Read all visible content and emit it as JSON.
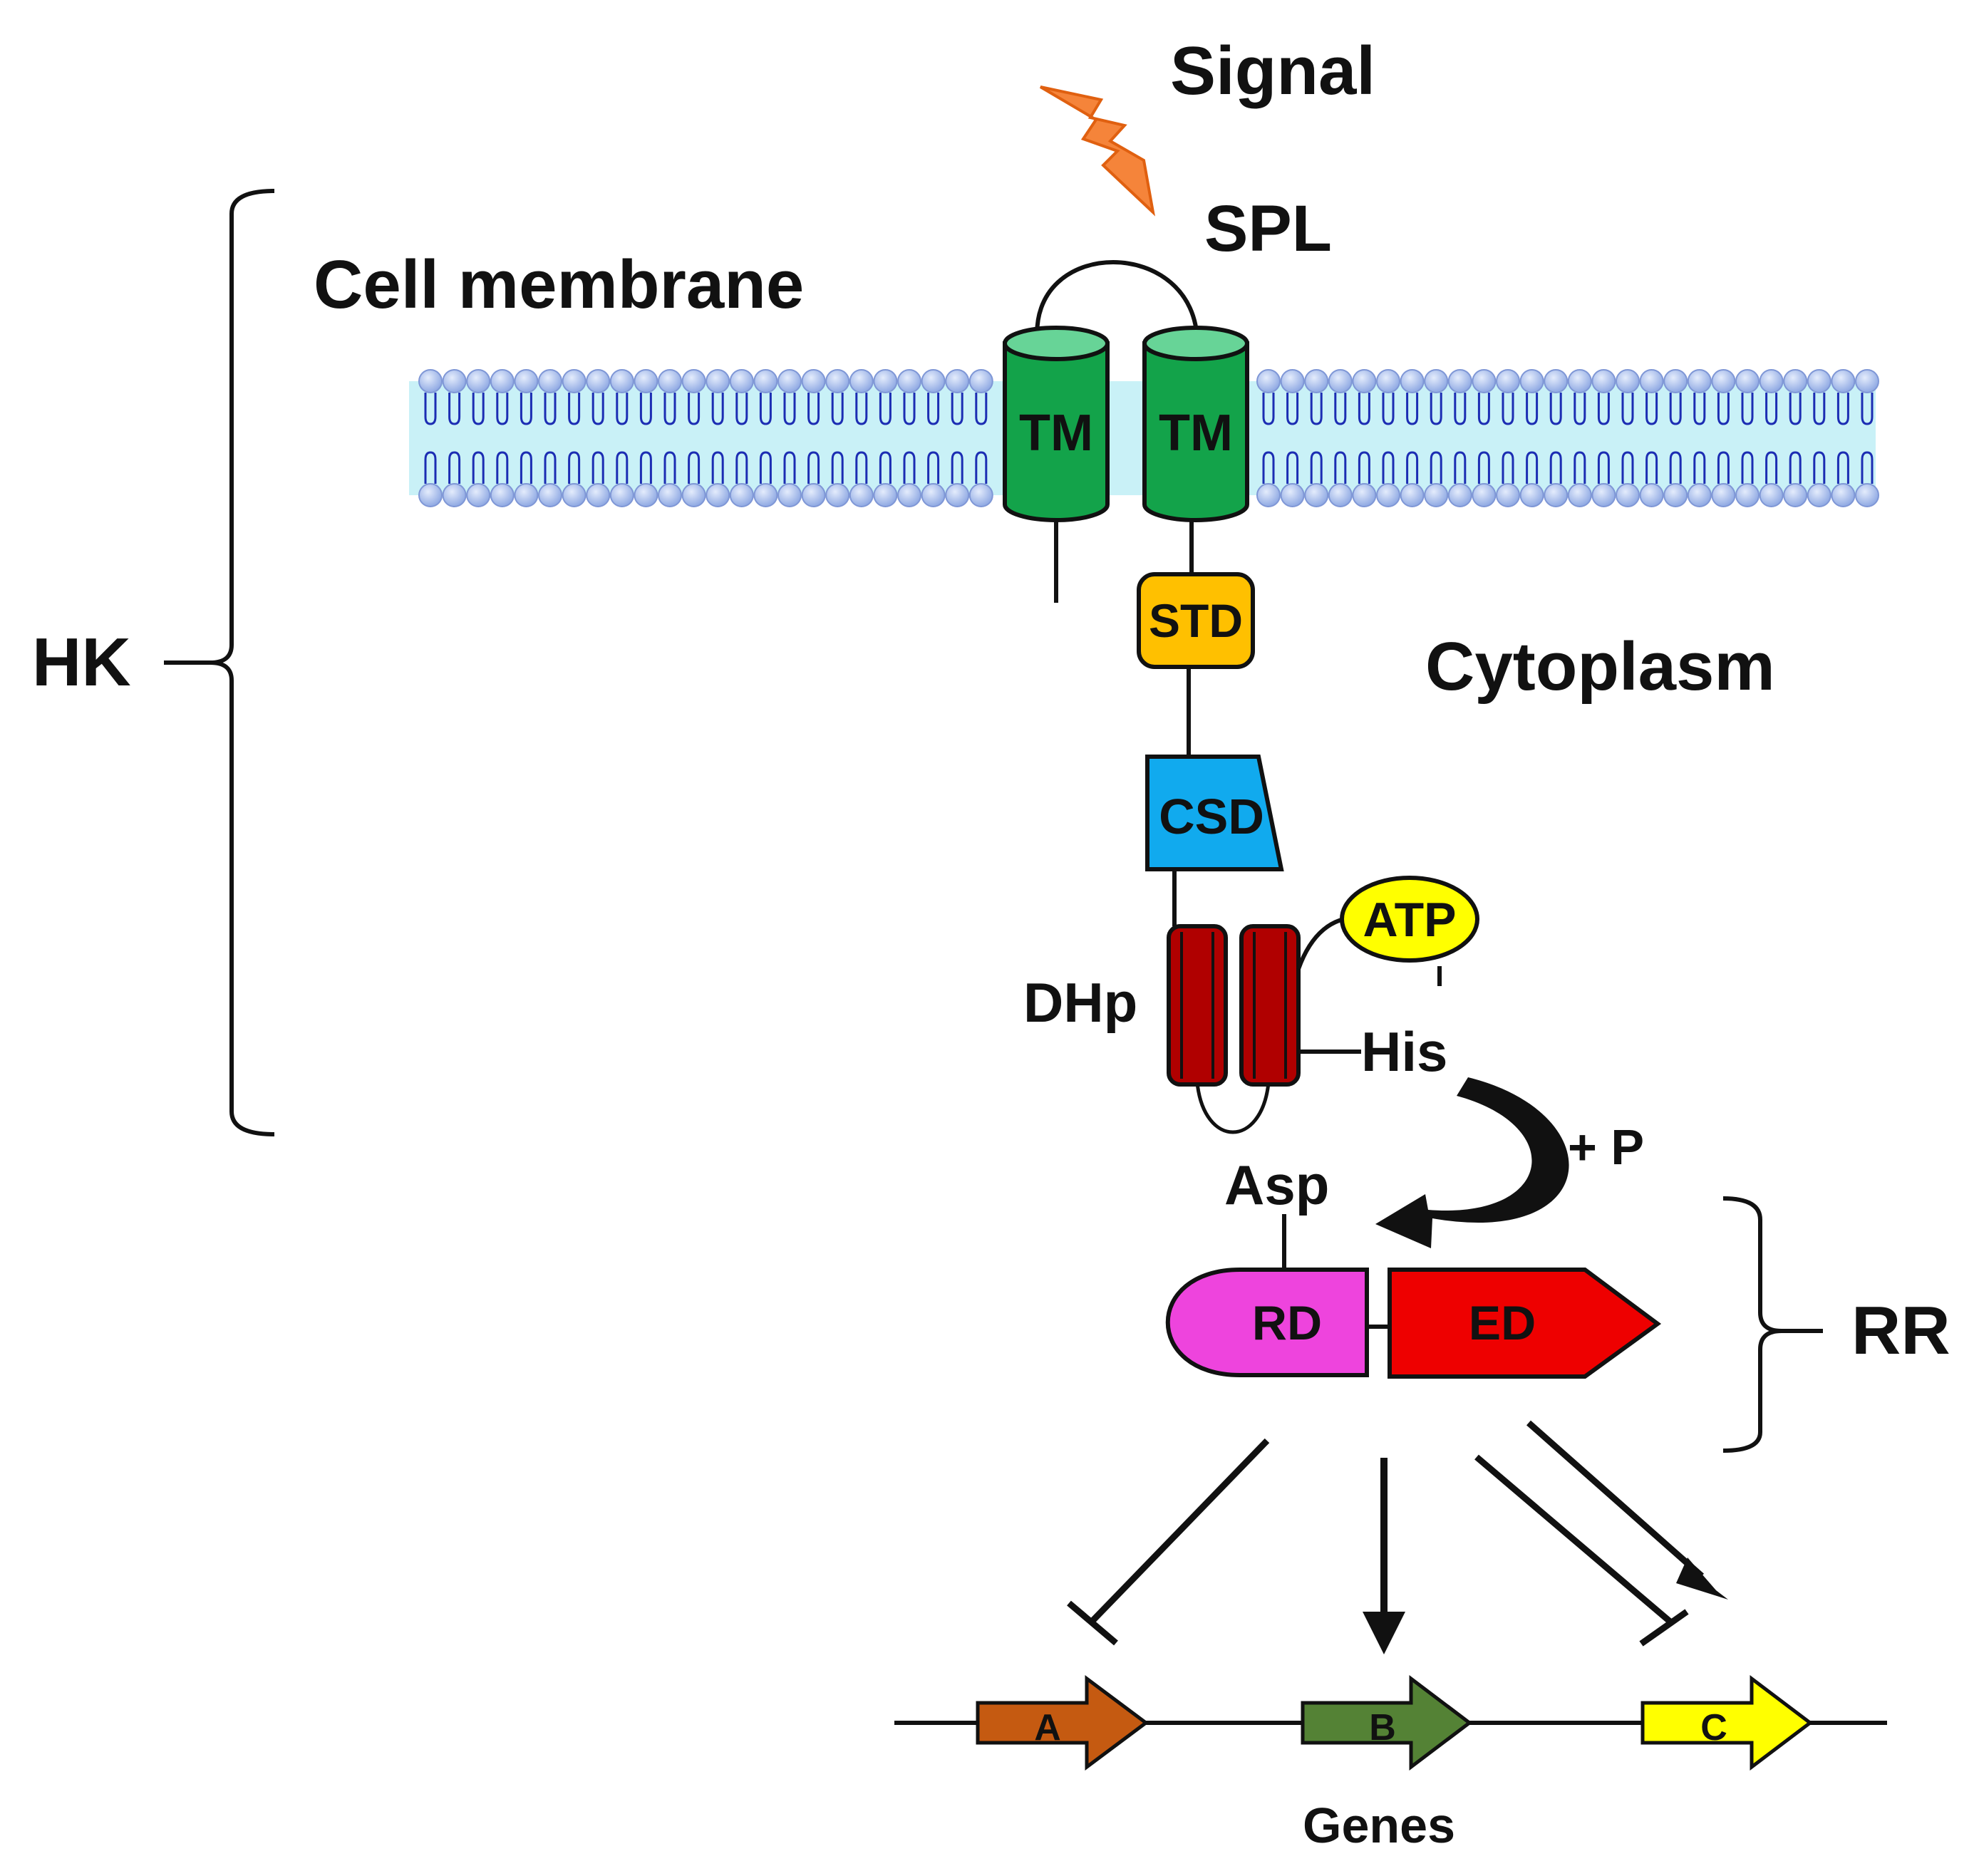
{
  "labels": {
    "signal": "Signal",
    "spl": "SPL",
    "cell_membrane": "Cell membrane",
    "cytoplasm": "Cytoplasm",
    "hk": "HK",
    "rr": "RR",
    "dhp": "DHp",
    "his": "His",
    "phosphate": "+ P",
    "asp": "Asp",
    "genes": "Genes"
  },
  "domains": {
    "tm_left": "TM",
    "tm_right": "TM",
    "std": "STD",
    "csd": "CSD",
    "atp": "ATP",
    "rd": "RD",
    "ed": "ED"
  },
  "genes": [
    "A",
    "B",
    "C"
  ],
  "colors": {
    "membrane_fill": "#c9f1f7",
    "lipid_head": "#9db7ea",
    "lipid_tail": "#1c2db3",
    "tm": "#13a34a",
    "std": "#ffc000",
    "csd": "#11aaee",
    "dhp": "#b00000",
    "atp": "#ffff00",
    "rd": "#ee44dd",
    "ed": "#ee0000",
    "gene_a": "#c55a11",
    "gene_b": "#548235",
    "gene_c": "#ffff00",
    "signal": "#f5843a"
  }
}
